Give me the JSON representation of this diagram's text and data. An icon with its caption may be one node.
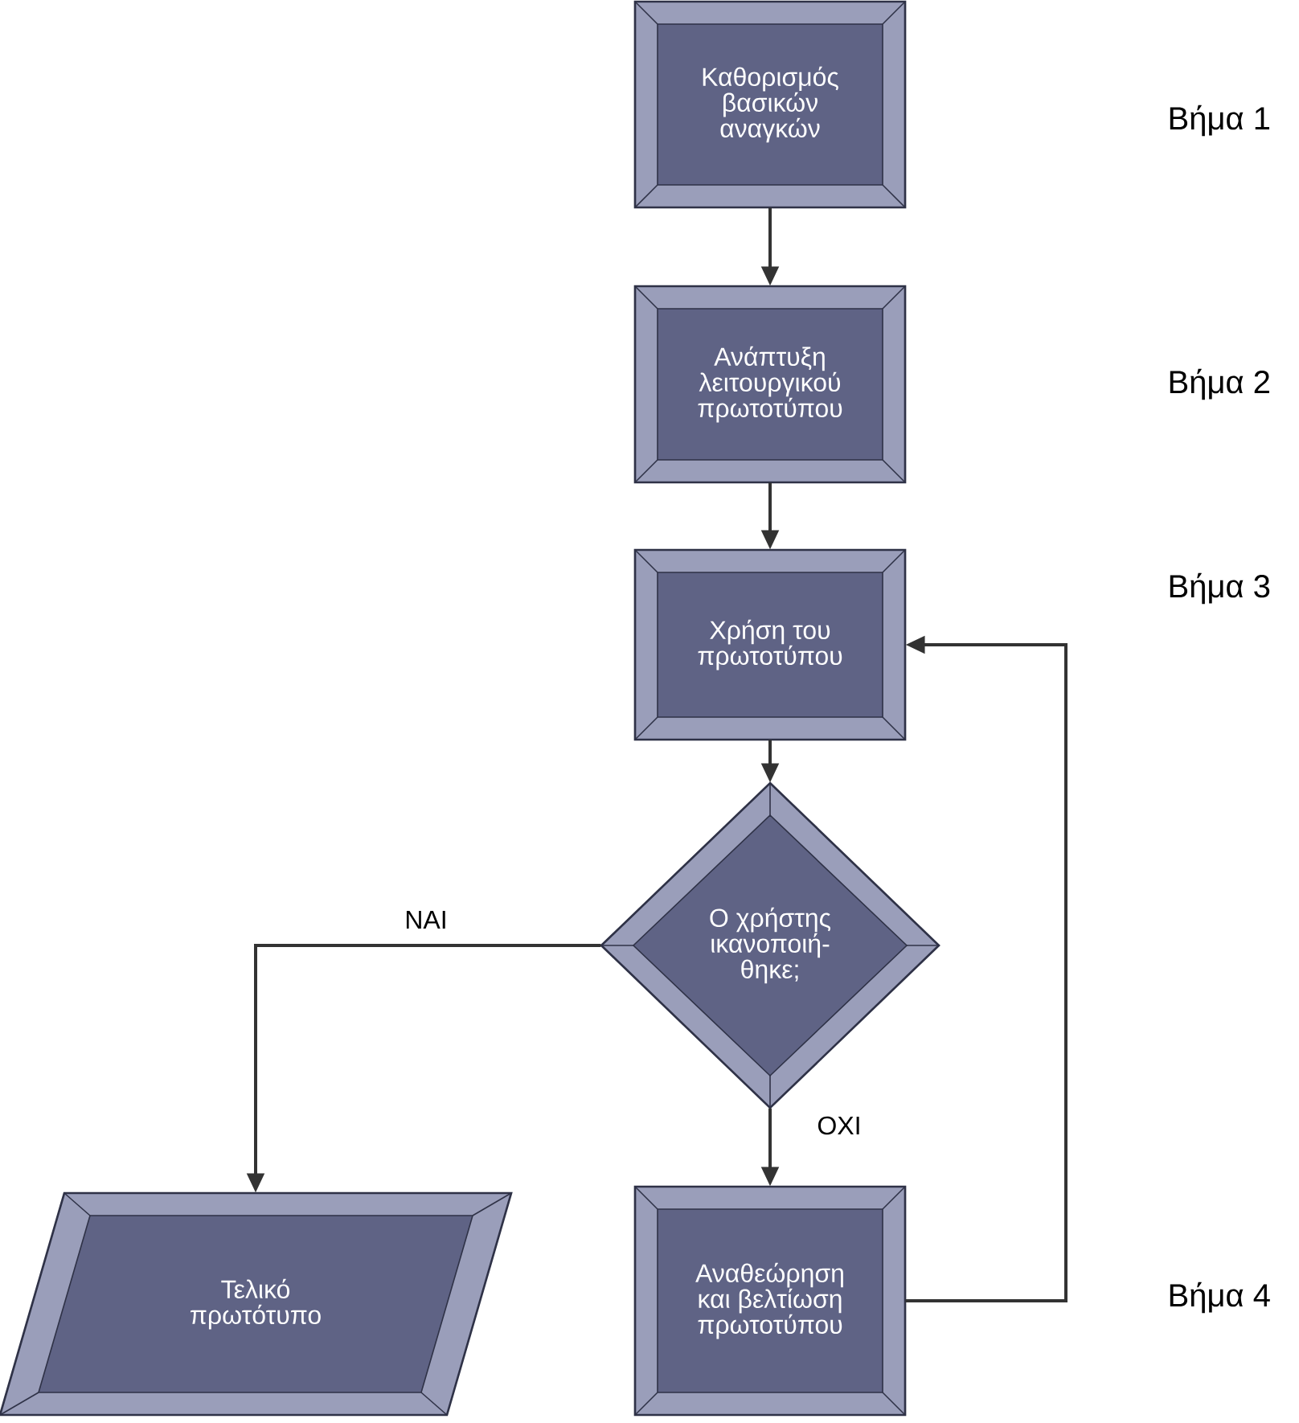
{
  "diagram": {
    "nodes": [
      {
        "text": [
          "Καθορισμός βασικών αναγκών"
        ]
      },
      {
        "text": [
          "Ανάπτυξη λειτουργικού πρωτοτύπου"
        ]
      },
      {
        "text": [
          "Χρήση του πρωτοτύπου"
        ]
      },
      {
        "text": [
          "Ο χρήστης ικανοποιή-θηκε;"
        ]
      },
      {
        "text": [
          "Αναθεώρηση και βελτίωση πρωτοτύπου"
        ]
      },
      {
        "text": [
          "Τελικό πρωτότυπο"
        ]
      }
    ],
    "edges": [
      {
        "from": 0,
        "to": 1,
        "arrow": "to"
      },
      {
        "from": 1,
        "to": 2,
        "arrow": "to"
      },
      {
        "from": 2,
        "to": 3,
        "arrow": "to"
      },
      {
        "from": 3,
        "to": 5,
        "arrow": "to",
        "label": "ΝΑΙ"
      },
      {
        "from": 3,
        "to": 4,
        "arrow": "to",
        "label": "ΟΧΙ"
      },
      {
        "from": 4,
        "to": 2,
        "arrow": "to"
      }
    ],
    "labels": [
      "Βήμα 1",
      "Βήμα 2",
      "Βήμα 3",
      "Βήμα 4"
    ]
  }
}
